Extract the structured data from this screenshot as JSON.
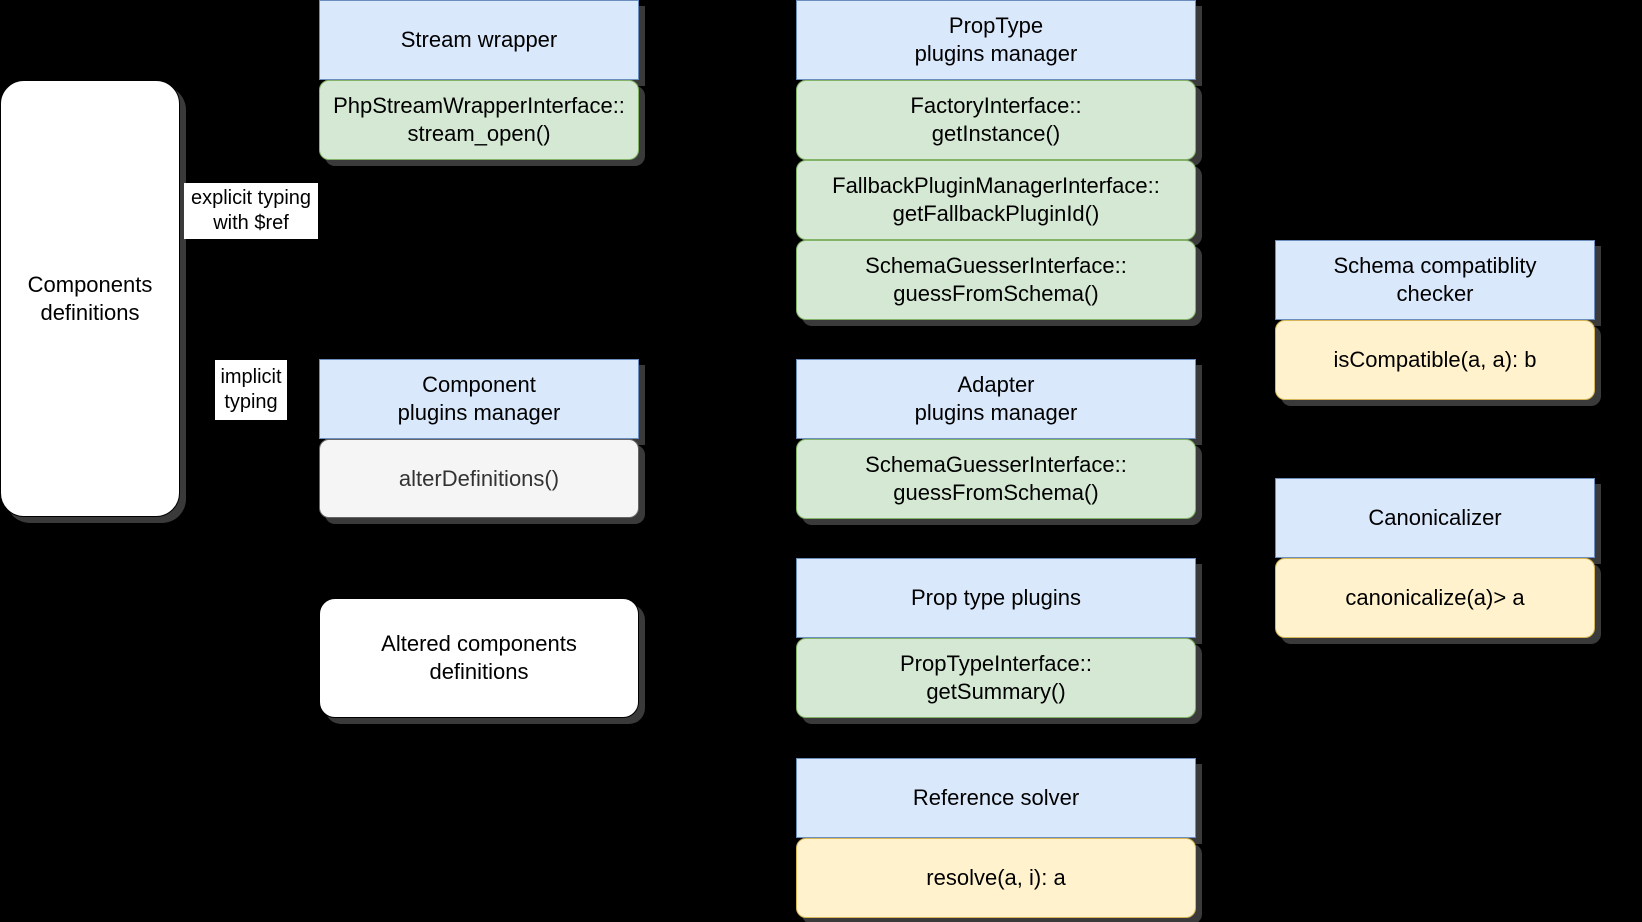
{
  "components_definitions": "Components\ndefinitions",
  "edge_labels": {
    "explicit": "explicit typing\nwith $ref",
    "implicit": "implicit\ntyping"
  },
  "stream_wrapper": {
    "title": "Stream wrapper",
    "methods": [
      "PhpStreamWrapperInterface::\nstream_open()"
    ]
  },
  "component_plugins_manager": {
    "title": "Component\nplugins manager",
    "methods": [
      "alterDefinitions()"
    ]
  },
  "altered_definitions": "Altered components\ndefinitions",
  "proptype_plugins_manager": {
    "title": "PropType\nplugins manager",
    "methods": [
      "FactoryInterface::\ngetInstance()",
      "FallbackPluginManagerInterface::\ngetFallbackPluginId()",
      "SchemaGuesserInterface::\nguessFromSchema()"
    ]
  },
  "adapter_plugins_manager": {
    "title": "Adapter\nplugins manager",
    "methods": [
      "SchemaGuesserInterface::\nguessFromSchema()"
    ]
  },
  "prop_type_plugins": {
    "title": "Prop type plugins",
    "methods": [
      "PropTypeInterface::\ngetSummary()"
    ]
  },
  "reference_solver": {
    "title": "Reference solver",
    "methods": [
      "resolve(a, i): a"
    ]
  },
  "schema_checker": {
    "title": "Schema compatiblity\nchecker",
    "methods": [
      "isCompatible(a, a): b"
    ]
  },
  "canonicalizer": {
    "title": "Canonicalizer",
    "methods": [
      "canonicalize(a)> a"
    ]
  }
}
